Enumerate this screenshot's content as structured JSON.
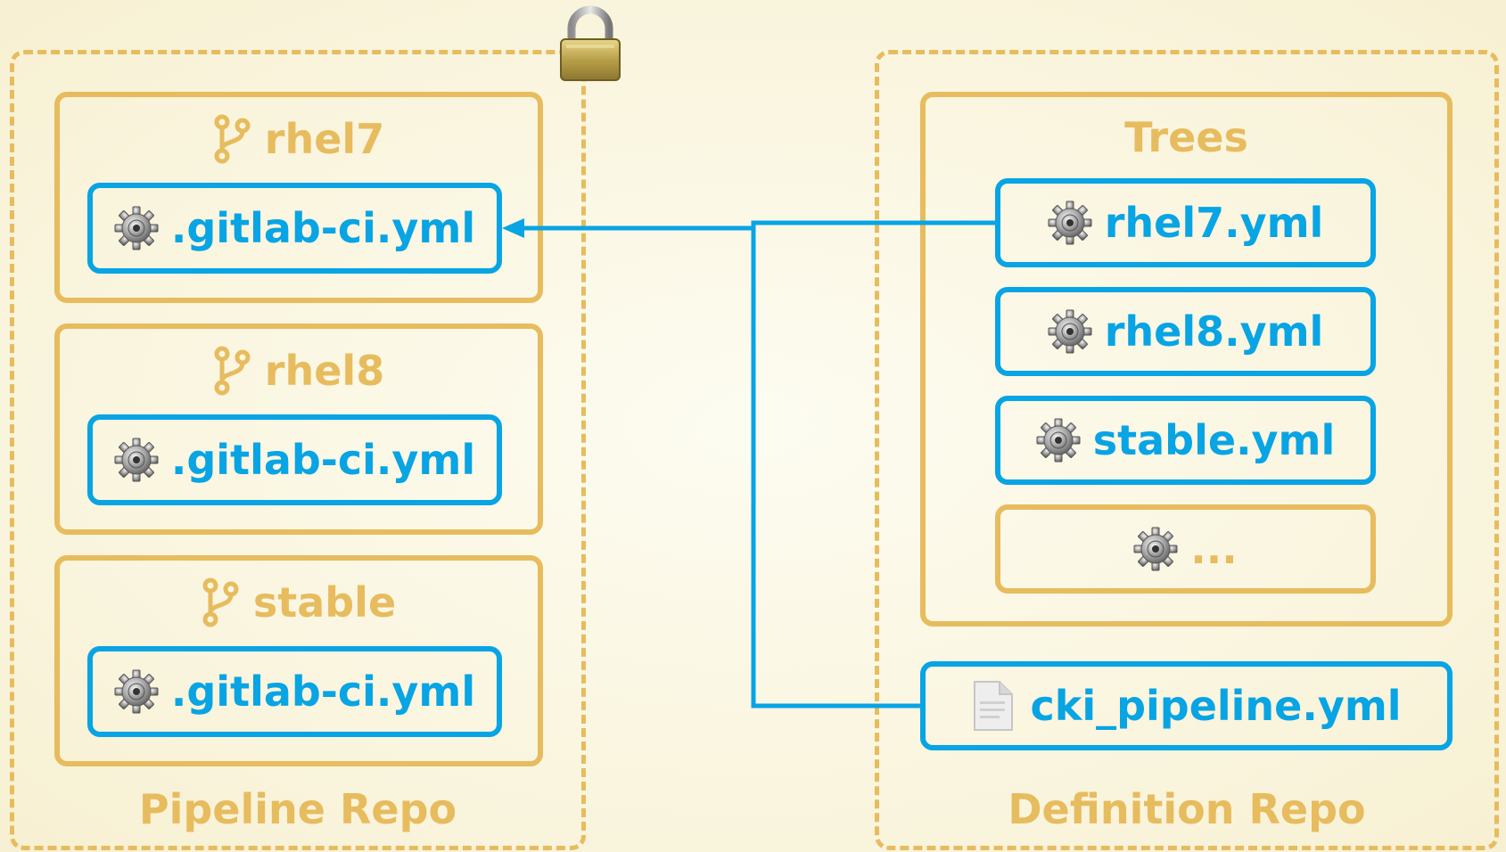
{
  "pipeline_repo": {
    "title": "Pipeline Repo",
    "branches": [
      {
        "name": "rhel7",
        "file": ".gitlab-ci.yml"
      },
      {
        "name": "rhel8",
        "file": ".gitlab-ci.yml"
      },
      {
        "name": "stable",
        "file": ".gitlab-ci.yml"
      }
    ]
  },
  "definition_repo": {
    "title": "Definition Repo",
    "trees_title": "Trees",
    "trees": [
      "rhel7.yml",
      "rhel8.yml",
      "stable.yml"
    ],
    "trees_more": "...",
    "pipeline_file": "cki_pipeline.yml"
  },
  "icons": {
    "branch": "git-branch-icon",
    "gear": "gear-icon",
    "lock": "padlock-icon",
    "document": "document-icon"
  },
  "colors": {
    "gold": "#e7bc5e",
    "blue": "#08a4e4",
    "background": "#fbf7e4"
  }
}
